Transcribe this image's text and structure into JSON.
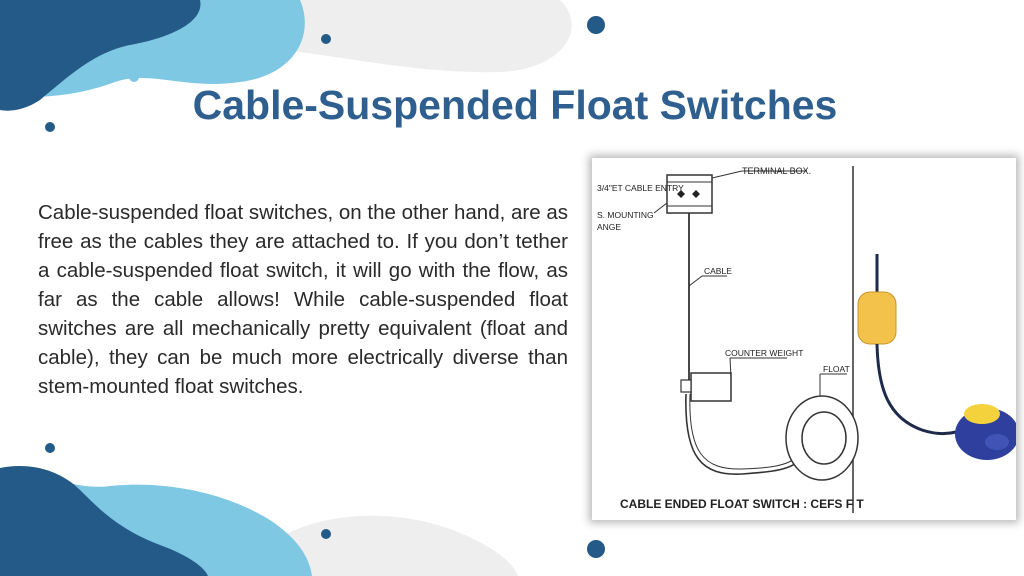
{
  "slide": {
    "title": "Cable-Suspended Float Switches",
    "body": "Cable-suspended float switches, on the other hand, are as free as the cables they are attached to. If you don’t tether a cable-suspended float switch, it will go with the flow, as far as the cable allows! While cable-suspended float switches are all mechanically pretty equivalent (float and cable), they can be much more electrically diverse than stem-mounted float switches."
  },
  "diagram": {
    "labels": {
      "terminal_box": "TERMINAL BOX.",
      "cable_entry": "3/4\"ET CABLE ENTRY",
      "mounting_1": "S. MOUNTING",
      "mounting_2": "ANGE",
      "cable": "CABLE",
      "counter_weight": "COUNTER WEIGHT",
      "float": "FLOAT",
      "caption": "CABLE ENDED FLOAT SWITCH : CEFS F T"
    }
  },
  "colors": {
    "dark_blue": "#245a87",
    "light_blue": "#7ec8e3",
    "grey_blob": "#eeeeee",
    "title": "#2f5f8f"
  }
}
